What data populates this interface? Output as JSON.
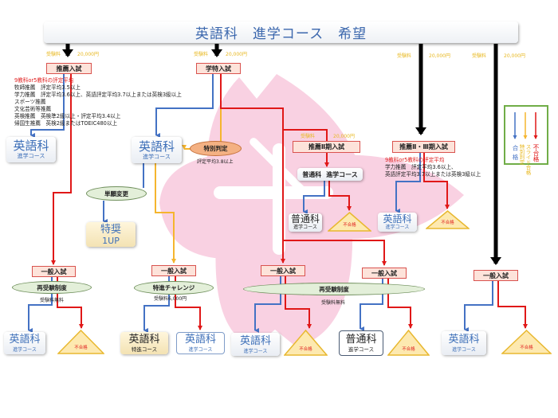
{
  "header": {
    "title": "英語科　進学コース　希望"
  },
  "fees": [
    {
      "label": "受験料",
      "amount": "20,000円"
    },
    {
      "label": "受験料",
      "amount": "20,000円"
    },
    {
      "label": "受験料",
      "amount": "20,000円"
    },
    {
      "label": "受験料",
      "amount": "20,000円"
    },
    {
      "label": "受験料",
      "amount": "20,000円"
    }
  ],
  "exams": [
    "推薦入試",
    "学特入試",
    "推薦Ⅱ期入試",
    "推薦Ⅱ・Ⅲ期入試",
    "一般入試",
    "一般入試",
    "一般入試",
    "一般入試",
    "一般入試"
  ],
  "criteria_left": {
    "heading": "9教科or5教科の評定平均",
    "lines": [
      "牧師推薦　評定平均3.5以上",
      "学力推薦　評定平均3.6以上、英語評定平均3.7以上または英検3級以上",
      "スポーツ推薦",
      "文化芸術等推薦",
      "英検推薦　英検準2級以上・評定平均3.4以上",
      "帰国生推薦　英検2級またはTOEIC480以上"
    ]
  },
  "criteria_right": {
    "heading": "9教科or5教科の評定平均",
    "lines": [
      "学力推薦　評定平均3.6以上、",
      "英語評定平均3.7以上または英検3級以上"
    ]
  },
  "special_judgement": {
    "label": "特別判定",
    "note": "評定平均3.8以上"
  },
  "single_change": {
    "label": "単願変更"
  },
  "tokusho": {
    "line1": "特奨",
    "line2": "1UP"
  },
  "retake_left": {
    "label": "再受験制度",
    "note": "受験料無料"
  },
  "challenge": {
    "label": "特進チャレンジ",
    "note": "受験料6,000円"
  },
  "retake_center": {
    "label": "再受験制度",
    "note": "受験料無料"
  },
  "results": [
    {
      "dept": "英語科",
      "course": "進学コース"
    },
    {
      "dept": "英語科",
      "course": "進学コース"
    },
    {
      "dept": "普通科",
      "course": "進学コース"
    },
    {
      "dept": "普通科",
      "course": "進学コース"
    },
    {
      "dept": "英語科",
      "course": "進学コース"
    },
    {
      "dept": "英語科",
      "course": "進学コース"
    },
    {
      "dept": "英語科",
      "course": "特進コース"
    },
    {
      "dept": "英語科",
      "course": "進学コース"
    },
    {
      "dept": "英語科",
      "course": "進学コース"
    },
    {
      "dept": "普通科",
      "course": "進学コース"
    },
    {
      "dept": "英語科",
      "course": "進学コース"
    }
  ],
  "fails": [
    "不合格",
    "不合格",
    "不合格",
    "不合格",
    "不合格",
    "不合格"
  ],
  "legend": {
    "pass": "合格",
    "special": "特別判定",
    "slide": "スライド合格",
    "fail": "不合格"
  },
  "colors": {
    "pass": "#4472c4",
    "slide": "#f5b52e",
    "fail": "#e01818",
    "emblem": "#f9d1e2",
    "title": "#3b67ad"
  }
}
